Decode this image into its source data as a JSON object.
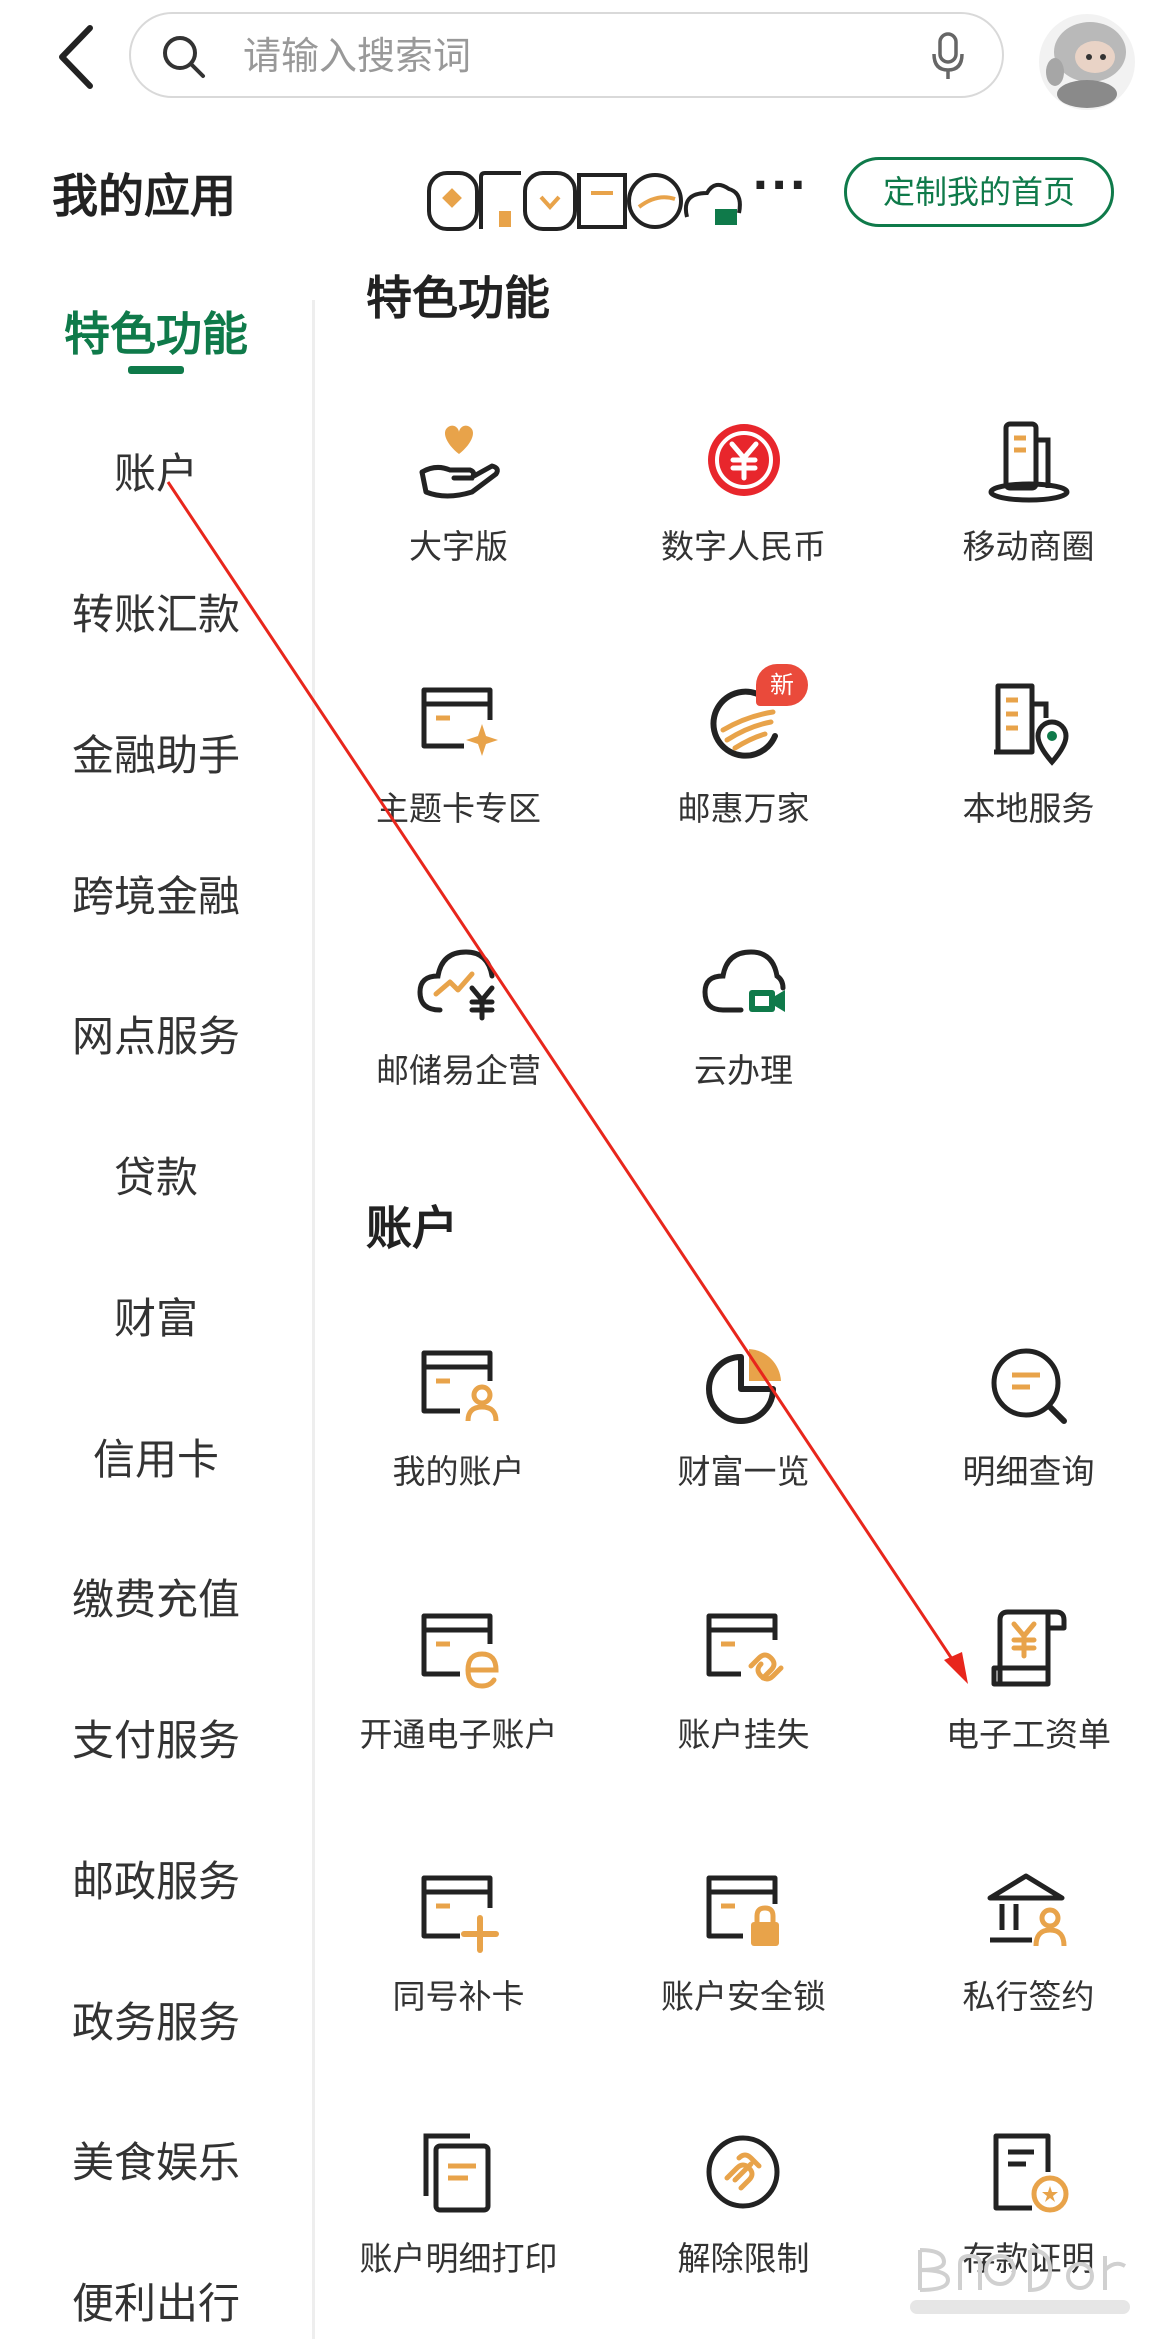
{
  "header": {
    "search_placeholder": "请输入搜索词",
    "icons": [
      "back-arrow-icon",
      "search-icon",
      "microphone-icon",
      "avatar"
    ]
  },
  "my_apps": {
    "title": "我的应用",
    "more": "···",
    "customize_label": "定制我的首页"
  },
  "sidebar": {
    "items": [
      {
        "label": "特色功能",
        "active": true
      },
      {
        "label": "账户"
      },
      {
        "label": "转账汇款"
      },
      {
        "label": "金融助手"
      },
      {
        "label": "跨境金融"
      },
      {
        "label": "网点服务"
      },
      {
        "label": "贷款"
      },
      {
        "label": "财富"
      },
      {
        "label": "信用卡"
      },
      {
        "label": "缴费充值"
      },
      {
        "label": "支付服务"
      },
      {
        "label": "邮政服务"
      },
      {
        "label": "政务服务"
      },
      {
        "label": "美食娱乐"
      },
      {
        "label": "便利出行"
      }
    ]
  },
  "sections": [
    {
      "title": "特色功能",
      "items": [
        {
          "label": "大字版",
          "icon": "heart-hand-icon"
        },
        {
          "label": "数字人民币",
          "icon": "digital-rmb-icon"
        },
        {
          "label": "移动商圈",
          "icon": "building-icon"
        },
        {
          "label": "主题卡专区",
          "icon": "theme-card-icon"
        },
        {
          "label": "邮惠万家",
          "icon": "postal-logo-icon",
          "badge": "新"
        },
        {
          "label": "本地服务",
          "icon": "location-building-icon"
        },
        {
          "label": "邮储易企营",
          "icon": "cloud-yuan-icon"
        },
        {
          "label": "云办理",
          "icon": "cloud-video-icon"
        }
      ]
    },
    {
      "title": "账户",
      "items": [
        {
          "label": "我的账户",
          "icon": "card-person-icon"
        },
        {
          "label": "财富一览",
          "icon": "pie-chart-icon"
        },
        {
          "label": "明细查询",
          "icon": "search-list-icon"
        },
        {
          "label": "开通电子账户",
          "icon": "card-e-icon"
        },
        {
          "label": "账户挂失",
          "icon": "card-link-icon"
        },
        {
          "label": "电子工资单",
          "icon": "salary-scroll-icon"
        },
        {
          "label": "同号补卡",
          "icon": "card-plus-icon"
        },
        {
          "label": "账户安全锁",
          "icon": "card-lock-icon"
        },
        {
          "label": "私行签约",
          "icon": "bank-person-icon"
        },
        {
          "label": "账户明细打印",
          "icon": "print-docs-icon"
        },
        {
          "label": "解除限制",
          "icon": "unlock-circle-icon"
        },
        {
          "label": "存款证明",
          "icon": "certificate-icon"
        }
      ]
    }
  ],
  "colors": {
    "brand_green": "#0f7a4a",
    "accent_orange": "#e8a34a",
    "badge_red": "#ea4a3b",
    "annotation_red": "#e8261c"
  }
}
